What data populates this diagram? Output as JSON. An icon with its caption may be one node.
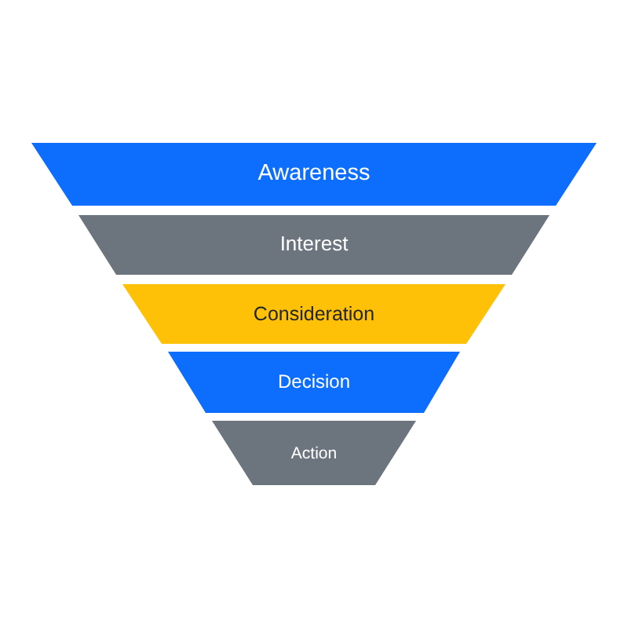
{
  "diagram": {
    "nodes": [
      {
        "text": [
          "Awareness"
        ]
      },
      {
        "text": [
          "Interest"
        ]
      },
      {
        "text": [
          "Consideration"
        ]
      },
      {
        "text": [
          "Decision"
        ]
      },
      {
        "text": [
          "Action"
        ]
      }
    ]
  }
}
